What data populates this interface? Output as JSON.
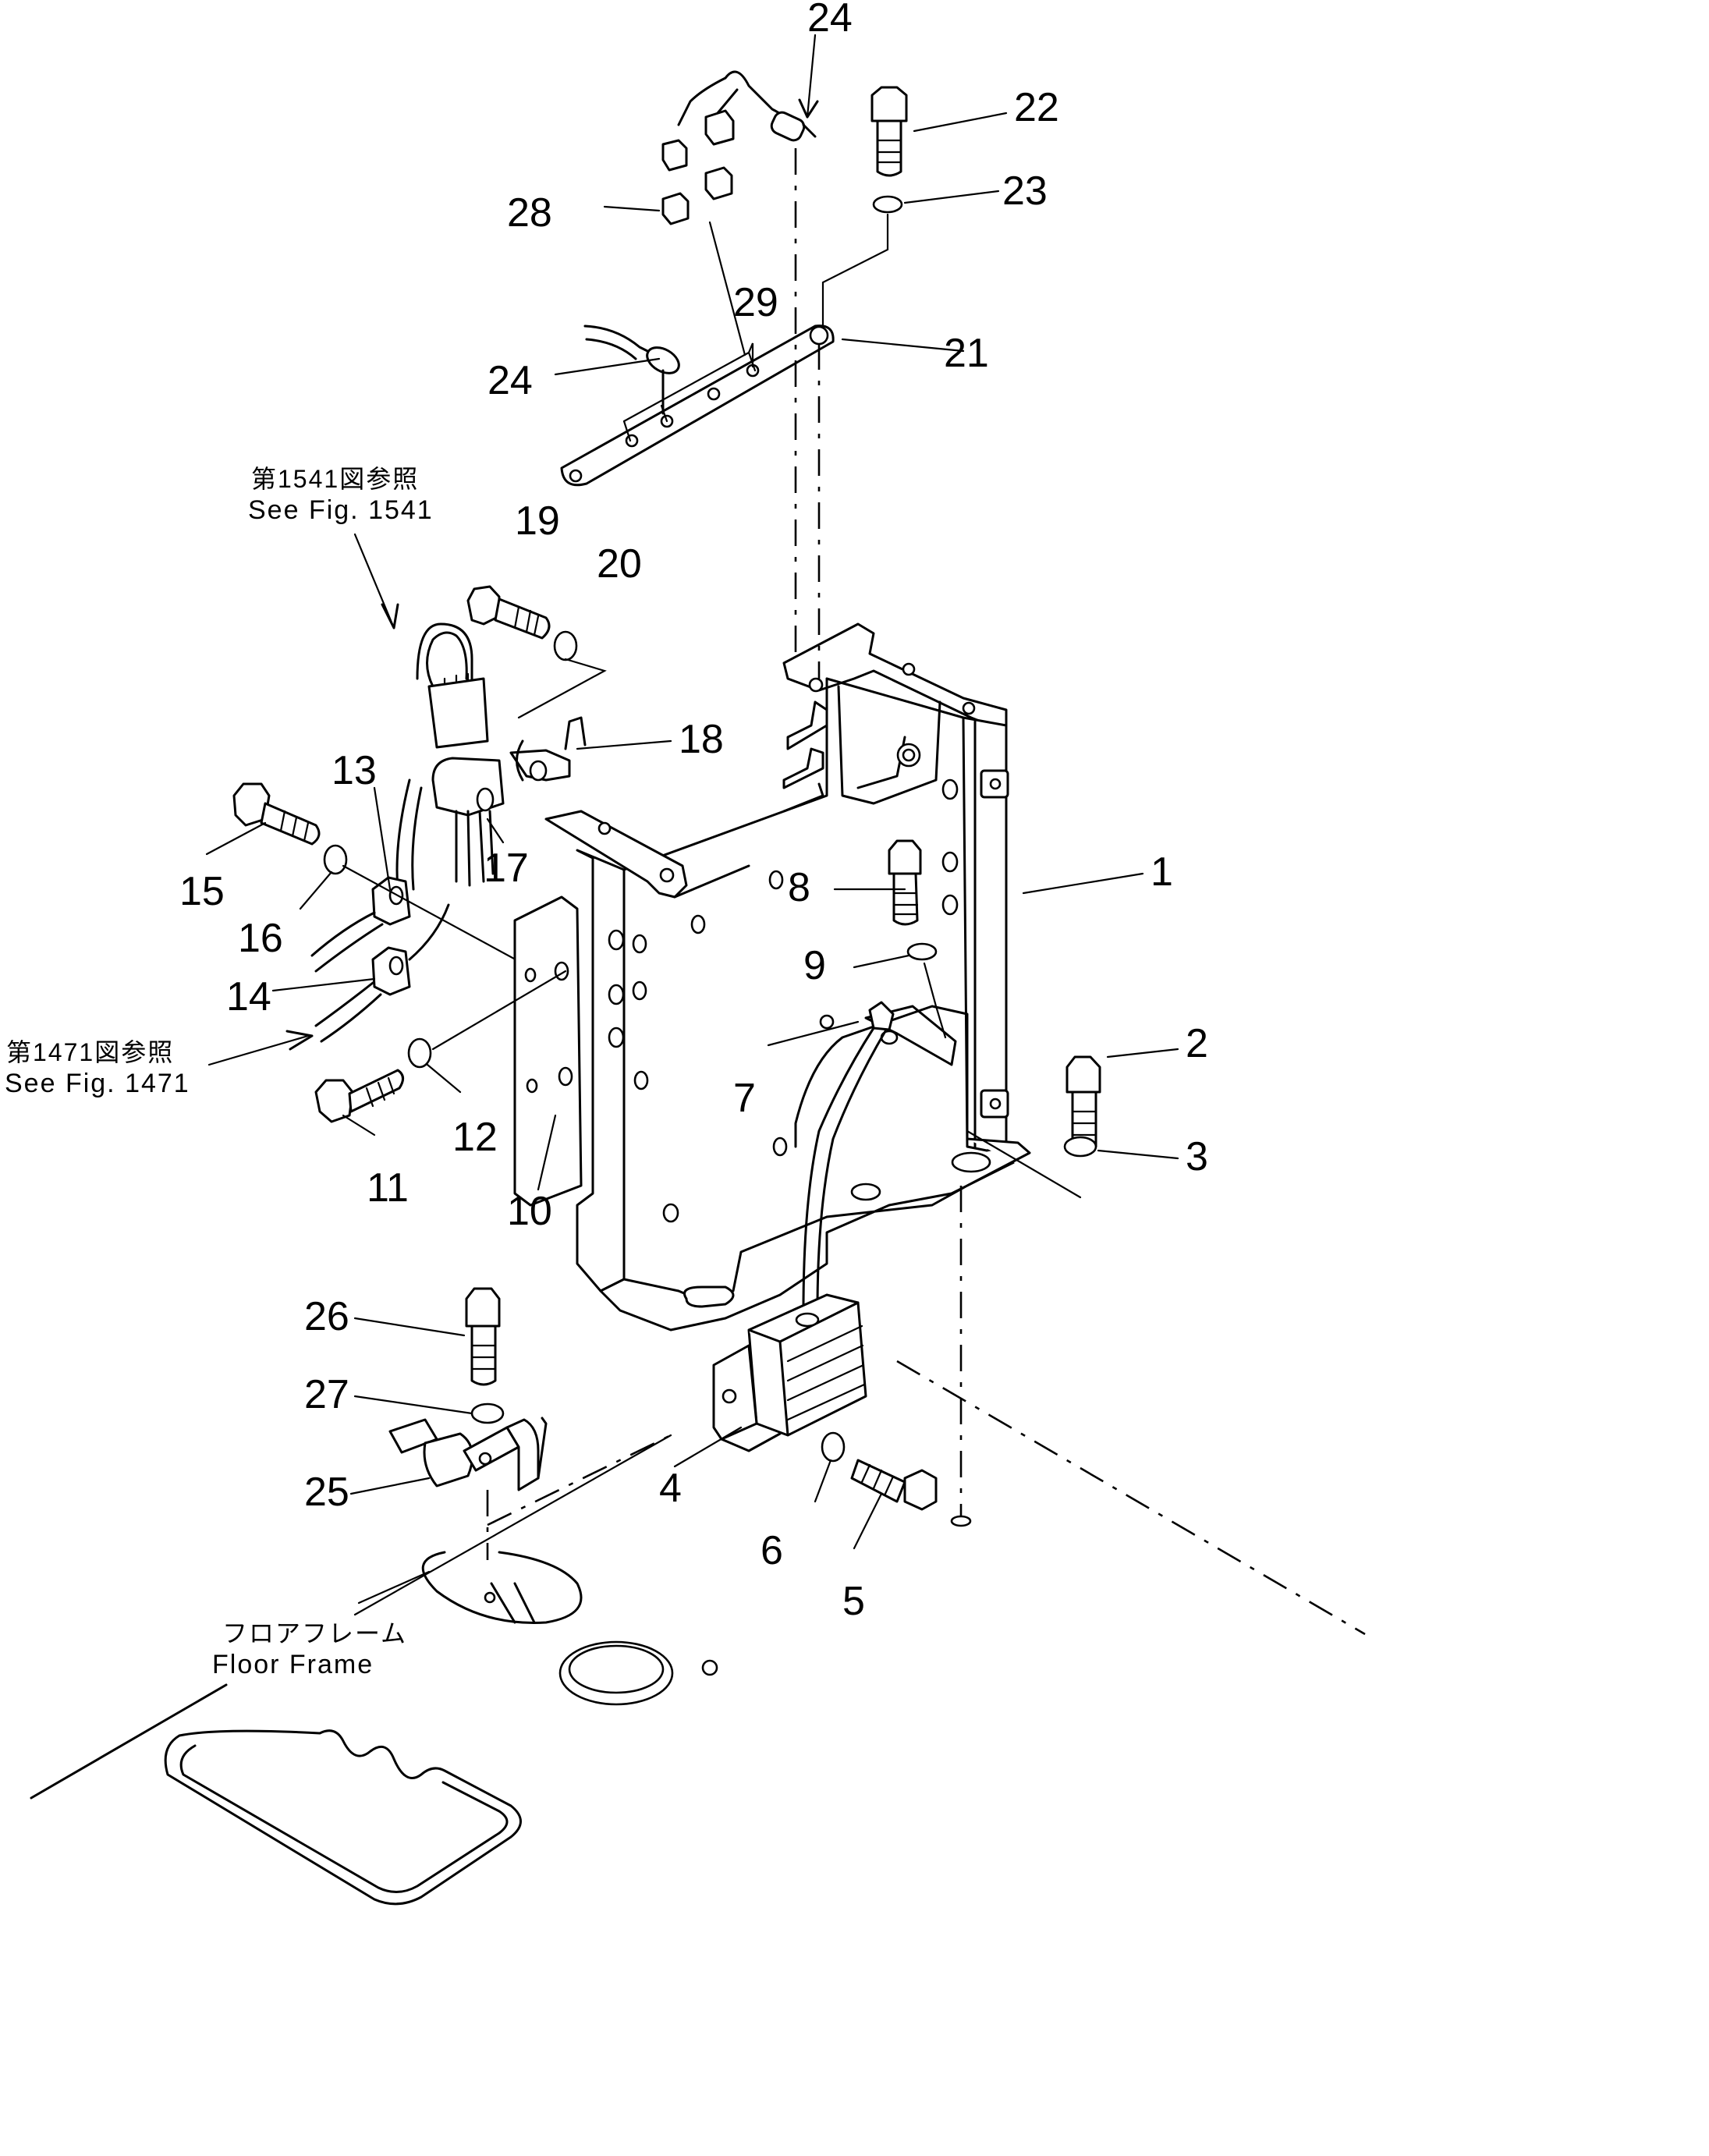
{
  "callouts": {
    "c1": "1",
    "c2": "2",
    "c3": "3",
    "c4": "4",
    "c5": "5",
    "c6": "6",
    "c7": "7",
    "c8": "8",
    "c9": "9",
    "c10": "10",
    "c11": "11",
    "c12": "12",
    "c13": "13",
    "c14": "14",
    "c15": "15",
    "c16": "16",
    "c17": "17",
    "c18": "18",
    "c19": "19",
    "c20": "20",
    "c21": "21",
    "c22": "22",
    "c23": "23",
    "c24a": "24",
    "c24b": "24",
    "c25": "25",
    "c26": "26",
    "c27": "27",
    "c28": "28",
    "c29": "29"
  },
  "references": {
    "fig1541_jp": "第1541図参照",
    "fig1541_en": "See Fig. 1541",
    "fig1471_jp": "第1471図参照",
    "fig1471_en": "See Fig. 1471",
    "floor_frame_jp": "フロアフレーム",
    "floor_frame_en": "Floor Frame"
  }
}
